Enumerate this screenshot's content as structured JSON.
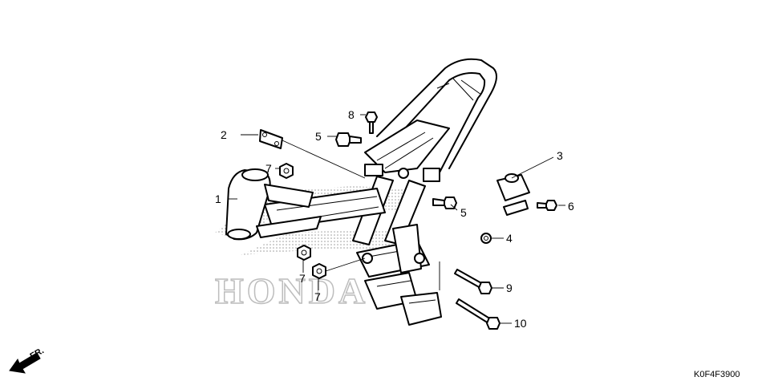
{
  "watermark": {
    "brand_text": "HONDA"
  },
  "diagram_code": "K0F4F3900",
  "front_indicator": {
    "label": "FR."
  },
  "callouts": {
    "c1": "1",
    "c2": "2",
    "c3": "3",
    "c4": "4",
    "c5a": "5",
    "c5b": "5",
    "c6": "6",
    "c7a": "7",
    "c7b": "7",
    "c7c": "7",
    "c8": "8",
    "c9": "9",
    "c10": "10"
  }
}
